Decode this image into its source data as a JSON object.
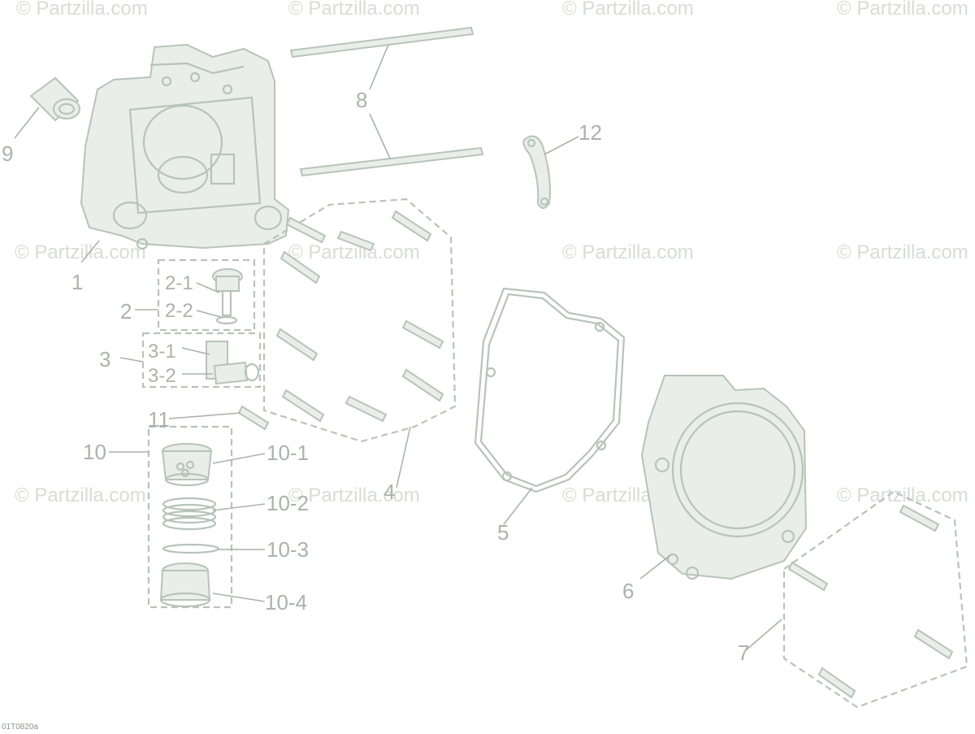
{
  "watermark": "© Partzilla.com",
  "drawing_code": "01T0820a",
  "callouts": {
    "c1": "1",
    "c2": "2",
    "c2_1": "2-1",
    "c2_2": "2-2",
    "c3": "3",
    "c3_1": "3-1",
    "c3_2": "3-2",
    "c4": "4",
    "c5": "5",
    "c6": "6",
    "c7": "7",
    "c8": "8",
    "c9": "9",
    "c10": "10",
    "c10_1": "10-1",
    "c10_2": "10-2",
    "c10_3": "10-3",
    "c10_4": "10-4",
    "c11": "11",
    "c12": "12"
  }
}
